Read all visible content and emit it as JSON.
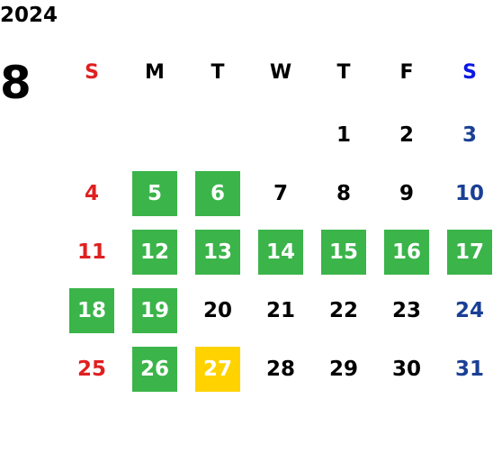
{
  "year": "2024",
  "month": "8",
  "weekdays": [
    "S",
    "M",
    "T",
    "W",
    "T",
    "F",
    "S"
  ],
  "weeks": [
    [
      {
        "day": "",
        "status": "none"
      },
      {
        "day": "",
        "status": "none"
      },
      {
        "day": "",
        "status": "none"
      },
      {
        "day": "",
        "status": "none"
      },
      {
        "day": "1",
        "status": "none"
      },
      {
        "day": "2",
        "status": "none"
      },
      {
        "day": "3",
        "status": "none"
      }
    ],
    [
      {
        "day": "4",
        "status": "none"
      },
      {
        "day": "5",
        "status": "green"
      },
      {
        "day": "6",
        "status": "green"
      },
      {
        "day": "7",
        "status": "none"
      },
      {
        "day": "8",
        "status": "none"
      },
      {
        "day": "9",
        "status": "none"
      },
      {
        "day": "10",
        "status": "none"
      }
    ],
    [
      {
        "day": "11",
        "status": "none"
      },
      {
        "day": "12",
        "status": "green"
      },
      {
        "day": "13",
        "status": "green"
      },
      {
        "day": "14",
        "status": "green"
      },
      {
        "day": "15",
        "status": "green"
      },
      {
        "day": "16",
        "status": "green"
      },
      {
        "day": "17",
        "status": "green"
      }
    ],
    [
      {
        "day": "18",
        "status": "green"
      },
      {
        "day": "19",
        "status": "green"
      },
      {
        "day": "20",
        "status": "none"
      },
      {
        "day": "21",
        "status": "none"
      },
      {
        "day": "22",
        "status": "none"
      },
      {
        "day": "23",
        "status": "none"
      },
      {
        "day": "24",
        "status": "none"
      }
    ],
    [
      {
        "day": "25",
        "status": "none"
      },
      {
        "day": "26",
        "status": "green"
      },
      {
        "day": "27",
        "status": "yellow"
      },
      {
        "day": "28",
        "status": "none"
      },
      {
        "day": "29",
        "status": "none"
      },
      {
        "day": "30",
        "status": "none"
      },
      {
        "day": "31",
        "status": "none"
      }
    ]
  ],
  "colors": {
    "sunday": "#e02020",
    "saturday": "#1a3f95",
    "saturday_header": "#0a18e6",
    "highlight_green": "#3bb44a",
    "highlight_yellow": "#ffd200"
  }
}
